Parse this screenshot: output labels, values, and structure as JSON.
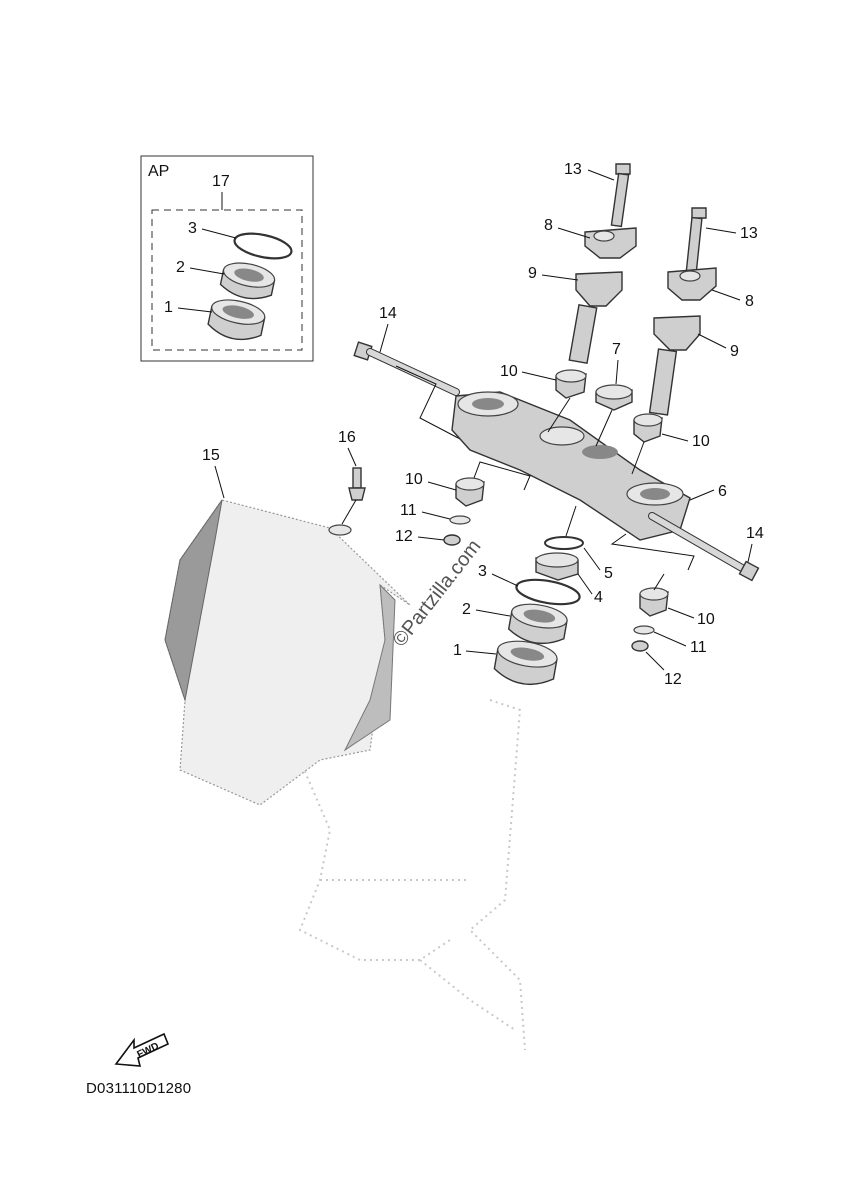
{
  "diagram": {
    "kit_box_label": "AP",
    "kit_label": "17",
    "watermark": "©Partzilla.com",
    "drawing_code": "D031110D1280",
    "fwd_label": "FWD",
    "callouts": {
      "ap_3": "3",
      "ap_2": "2",
      "ap_1": "1",
      "top_13": "13",
      "left_8": "8",
      "left_9": "9",
      "right_13": "13",
      "right_8": "8",
      "right_9": "9",
      "bolt_14_left": "14",
      "nut_10_top": "10",
      "washer_7": "7",
      "nut_10_right": "10",
      "stem_16": "16",
      "cover_15": "15",
      "nut_10_left": "10",
      "washer_11_left": "11",
      "cap_12_left": "12",
      "bracket_6": "6",
      "bolt_14_right": "14",
      "ring_5": "5",
      "collar_4": "4",
      "seal_3": "3",
      "race_2": "2",
      "bearing_1": "1",
      "nut_10_lower": "10",
      "washer_11_right": "11",
      "cap_12_right": "12"
    }
  }
}
